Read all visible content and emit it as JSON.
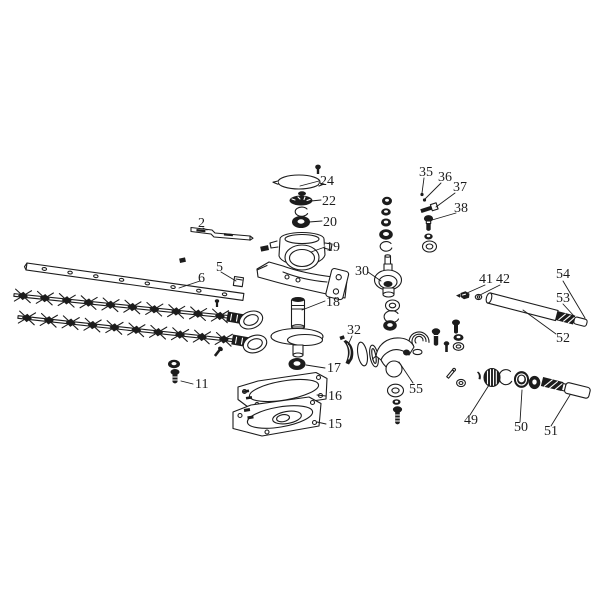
{
  "page": {
    "background": "#ffffff",
    "ink": "#1c1c1c"
  },
  "diagram": {
    "kind": "exploded-parts-diagram",
    "labels": {
      "n2": "2",
      "n5": "5",
      "n6": "6",
      "n11": "11",
      "n15": "15",
      "n16": "16",
      "n17": "17",
      "n18": "18",
      "n19": "19",
      "n20": "20",
      "n22": "22",
      "n24": "24",
      "n30": "30",
      "n32": "32",
      "n35": "35",
      "n36": "36",
      "n37": "37",
      "n38": "38",
      "n41": "41",
      "n42": "42",
      "n49": "49",
      "n50": "50",
      "n51": "51",
      "n52": "52",
      "n53": "53",
      "n54": "54",
      "n55": "55"
    }
  }
}
